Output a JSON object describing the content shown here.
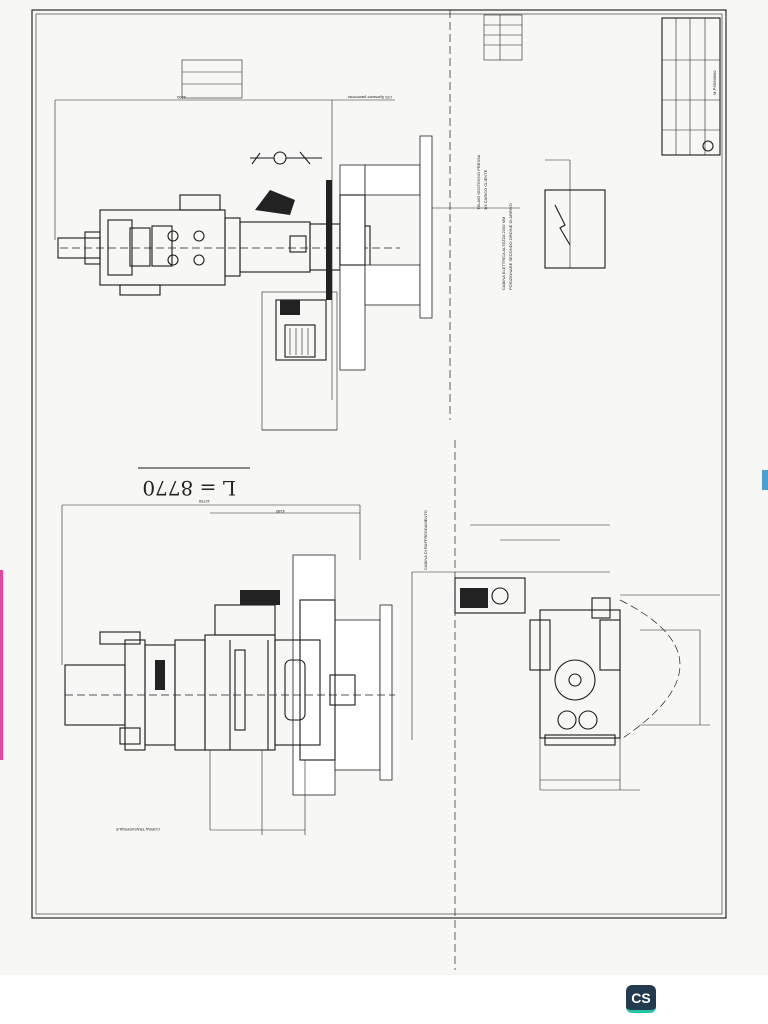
{
  "document": {
    "handwritten_note": "L = 8770",
    "top_drawing_labels": [
      "4200",
      "C/S Spessore pavimento",
      "CABINA ELETTRICA ALTEZZA 2200 MM",
      "POSIZIONARE SECONDO ORDINE DI ARRIVO",
      "TELAIO SOSTEGNO PRESSA",
      "1/4 CARICO CLIENTE"
    ],
    "bottom_drawing_labels": [
      "12750",
      "4180",
      "CORSA TRASVERSALE",
      "CABINA DI RAFFREDDAMENTO"
    ],
    "title_block_text": "M-PS5998/00",
    "app_badge": "CS"
  },
  "colors": {
    "paper": "#f7f7f5",
    "ink": "#1a1a1a",
    "badge_bg": "#243a4f",
    "badge_accent": "#28c3a3"
  }
}
